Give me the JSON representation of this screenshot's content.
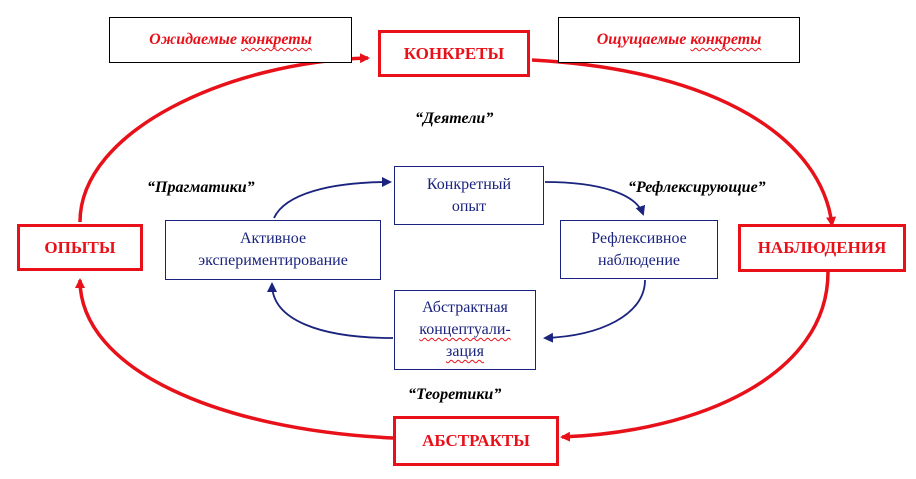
{
  "outer": {
    "top": "КОНКРЕТЫ",
    "right": "НАБЛЮДЕНИЯ",
    "bottom": "АБСТРАКТЫ",
    "left": "ОПЫТЫ"
  },
  "notes": {
    "left_prefix": "Ожидаемые ",
    "left_word": "конкреты",
    "right_prefix": "Ощущаемые ",
    "right_word": "конкреты"
  },
  "inner": {
    "top_line1": "Конкретный",
    "top_line2": "опыт",
    "right_line1": "Рефлексивное",
    "right_line2": "наблюдение",
    "bottom_line1": "Абстрактная",
    "bottom_line2": "концептуали-",
    "bottom_line3": "зация",
    "left_line1": "Активное",
    "left_line2": "экспериментирование"
  },
  "roles": {
    "top": "“Деятели”",
    "left": "“Прагматики”",
    "right": "“Рефлексирующие”",
    "bottom": "“Теоретики”"
  },
  "colors": {
    "red": "#e8111a",
    "navy": "#1a237e"
  }
}
